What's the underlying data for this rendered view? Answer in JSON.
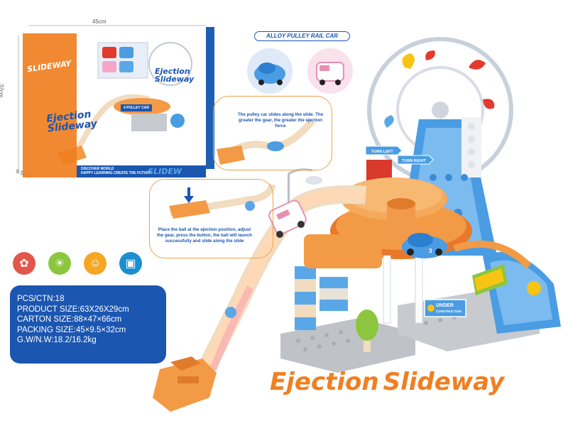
{
  "box": {
    "dim_width": "45cm",
    "dim_height": "32cm",
    "dim_depth": "9.5cm",
    "side_brand": "SLIDEWAY",
    "title_line1": "Ejection",
    "title_line2": "Slideway",
    "title_right_line1": "Ejection",
    "title_right_line2": "Slideway",
    "badge": "4 PULLEY CAR",
    "bottom_line1": "DISCOVER WORLD",
    "bottom_line2": "HAPPY LEARNING CREATE THE FUTURE",
    "bottom_brand": "SLIDEW"
  },
  "callouts": {
    "pulley_label": "ALLOY PULLEY RAIL CAR",
    "pulley_text": "The pulley car slides along the slide. The greater the gear, the greater the ejection force",
    "ejection_text": "Place the ball at the ejection position, adjust the gear, press the button, the ball will launch successfully and slide along the slide"
  },
  "product_signs": {
    "turn_left": "TURN LEFT",
    "turn_right": "TURN RIGHT",
    "under_construction_1": "UNDER",
    "under_construction_2": "CONSTRUCTION",
    "car_number": "3"
  },
  "features": [
    {
      "name": "creativity-icon",
      "color": "#e2574c"
    },
    {
      "name": "idea-bulb-icon",
      "color": "#8cc63e"
    },
    {
      "name": "parent-child-icon",
      "color": "#f5a623"
    },
    {
      "name": "building-blocks-icon",
      "color": "#1b8fd1"
    }
  ],
  "specs": [
    "PCS/CTN:18",
    "PRODUCT SIZE:63X26X29cm",
    "CARTON SIZE:88×47×66cm",
    "PACKING SIZE:45×9.5×32cm",
    "G.W/N.W:18.2/16.2kg"
  ],
  "title": {
    "word1": "Ejection",
    "word2": "Slideway"
  },
  "colors": {
    "orange": "#f07f21",
    "blue": "#1b56b0",
    "light_blue": "#5aa7e8",
    "cream": "#f1dcc0"
  }
}
